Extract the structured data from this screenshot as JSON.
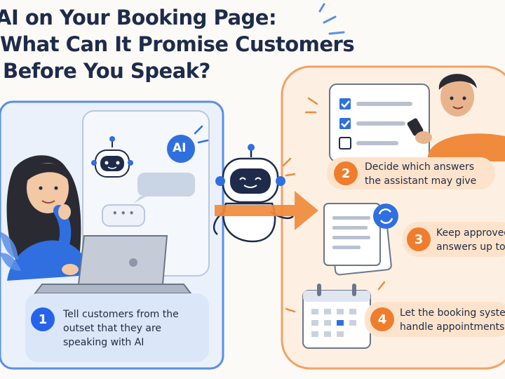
{
  "title": {
    "line1": "AI on Your Booking Page:",
    "line2": "What Can It Promise Customers",
    "line3": "Before You Speak?"
  },
  "chat_badge": "AI",
  "typing_dots": "• • •",
  "steps": [
    {
      "number": "1",
      "text_line1": "Tell customers from the",
      "text_line2": "outset that they are",
      "text_line3": "speaking with AI",
      "color": "#2563eb"
    },
    {
      "number": "2",
      "text_line1": "Decide which answers",
      "text_line2": "the assistant may give",
      "color": "#ef7d2c"
    },
    {
      "number": "3",
      "text_line1": "Keep approved",
      "text_line2": "answers up to d",
      "color": "#ef7d2c"
    },
    {
      "number": "4",
      "text_line1": "Let the booking system",
      "text_line2": "handle appointments",
      "color": "#ef7d2c"
    }
  ],
  "colors": {
    "blue": "#2f6fe0",
    "orange": "#f08a3c",
    "navy": "#1e2b4a"
  }
}
